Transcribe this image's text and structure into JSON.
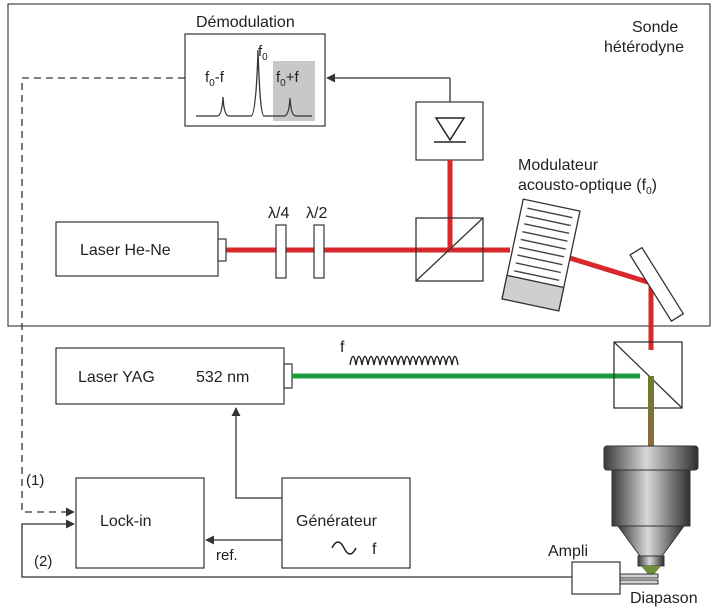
{
  "labels": {
    "sonde_line1": "Sonde",
    "sonde_line2": "hétérodyne",
    "demodulation": "Démodulation",
    "f0": "f",
    "f0_sub": "0",
    "f0_minus_f_a": "f",
    "f0_minus_f_sub": "0",
    "f0_minus_f_b": "-f",
    "f0_plus_f_a": "f",
    "f0_plus_f_sub": "0",
    "f0_plus_f_b": "+f",
    "modulateur_line1": "Modulateur",
    "modulateur_line2": "acousto-optique (f",
    "modulateur_sub": "0",
    "modulateur_close": ")",
    "lambda4": "λ/4",
    "lambda2": "λ/2",
    "laser_hene": "Laser He-Ne",
    "laser_yag": "Laser YAG",
    "yag_wavelength": "532 nm",
    "modulation_f": "f",
    "lockin": "Lock-in",
    "generateur": "Générateur",
    "gen_f": "f",
    "ref": "ref.",
    "signal_1": "(1)",
    "signal_2": "(2)",
    "ampli": "Ampli",
    "diapason": "Diapason"
  },
  "colors": {
    "red_beam": "#d8282b",
    "green_beam": "#1c9a3c",
    "mixed_beam": "#7a6a35",
    "highlight": "#c8c8c8"
  }
}
